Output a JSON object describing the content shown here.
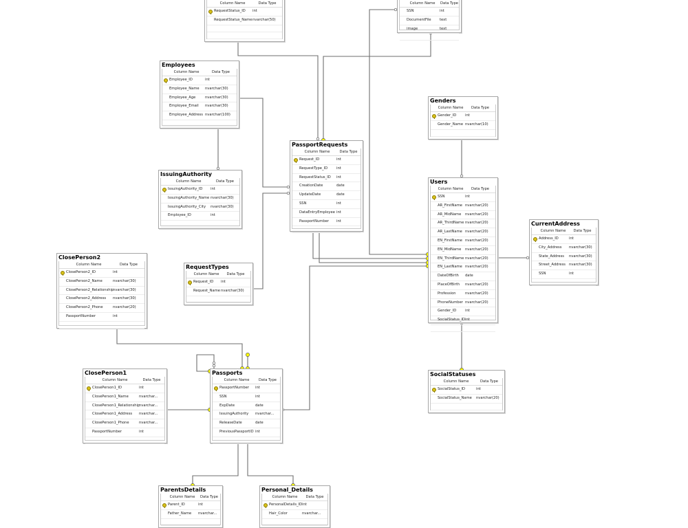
{
  "colors": {
    "line": "#6e6e6e",
    "key": "#ffff00",
    "border": "#a6a6a6"
  },
  "header": {
    "col_name": "Column Name",
    "data_type": "Data Type"
  },
  "tables": {
    "request_status": {
      "title": "",
      "columns": [
        {
          "name": "RequestStatus_ID",
          "type": "int",
          "pk": true
        },
        {
          "name": "RequestStatus_Name",
          "type": "nvarchar(50)",
          "pk": false
        }
      ]
    },
    "doc_table": {
      "title": "",
      "columns": [
        {
          "name": "SSN",
          "type": "int",
          "pk": false
        },
        {
          "name": "DocumentFile",
          "type": "text",
          "pk": false
        },
        {
          "name": "image",
          "type": "text",
          "pk": false
        }
      ]
    },
    "employees": {
      "title": "Employees",
      "columns": [
        {
          "name": "Employee_ID",
          "type": "int",
          "pk": true
        },
        {
          "name": "Employee_Name",
          "type": "nvarchar(30)",
          "pk": false
        },
        {
          "name": "Employee_Age",
          "type": "nvarchar(30)",
          "pk": false
        },
        {
          "name": "Employee_Email",
          "type": "nvarchar(30)",
          "pk": false
        },
        {
          "name": "Employee_Address",
          "type": "nvarchar(100)",
          "pk": false
        }
      ]
    },
    "issuing_authority": {
      "title": "IssuingAuthority",
      "columns": [
        {
          "name": "IssuingAuthority_ID",
          "type": "int",
          "pk": true
        },
        {
          "name": "IssuingAuthority_Name",
          "type": "nvarchar(30)",
          "pk": false
        },
        {
          "name": "IssuingAuthority_City",
          "type": "nvarchar(30)",
          "pk": false
        },
        {
          "name": "Employee_ID",
          "type": "int",
          "pk": false
        }
      ]
    },
    "passport_requests": {
      "title": "PassportRequests",
      "columns": [
        {
          "name": "Request_ID",
          "type": "int",
          "pk": true
        },
        {
          "name": "RequestType_ID",
          "type": "int",
          "pk": false
        },
        {
          "name": "RequestStatus_ID",
          "type": "int",
          "pk": false
        },
        {
          "name": "CreationDate",
          "type": "date",
          "pk": false
        },
        {
          "name": "UpdateDate",
          "type": "date",
          "pk": false
        },
        {
          "name": "SSN",
          "type": "int",
          "pk": false
        },
        {
          "name": "DataEntryEmployee",
          "type": "int",
          "pk": false
        },
        {
          "name": "PassportNumber",
          "type": "int",
          "pk": false
        }
      ]
    },
    "genders": {
      "title": "Genders",
      "columns": [
        {
          "name": "Gender_ID",
          "type": "int",
          "pk": true
        },
        {
          "name": "Gender_Name",
          "type": "nvarchar(10)",
          "pk": false
        }
      ]
    },
    "users": {
      "title": "Users",
      "columns": [
        {
          "name": "SSN",
          "type": "int",
          "pk": true
        },
        {
          "name": "AR_FirstName",
          "type": "nvarchar(20)",
          "pk": false
        },
        {
          "name": "AR_MidName",
          "type": "nvarchar(20)",
          "pk": false
        },
        {
          "name": "AR_ThirdName",
          "type": "nvarchar(20)",
          "pk": false
        },
        {
          "name": "AR_LastName",
          "type": "nvarchar(20)",
          "pk": false
        },
        {
          "name": "EN_FirstName",
          "type": "nvarchar(20)",
          "pk": false
        },
        {
          "name": "EN_MidName",
          "type": "nvarchar(20)",
          "pk": false
        },
        {
          "name": "EN_ThirdName",
          "type": "nvarchar(20)",
          "pk": false
        },
        {
          "name": "EN_LastName",
          "type": "nvarchar(20)",
          "pk": false
        },
        {
          "name": "DateOfBirth",
          "type": "date",
          "pk": false
        },
        {
          "name": "PlaceOfBirth",
          "type": "nvarchar(20)",
          "pk": false
        },
        {
          "name": "Profession",
          "type": "nvarchar(20)",
          "pk": false
        },
        {
          "name": "PhoneNumber",
          "type": "nvarchar(20)",
          "pk": false
        },
        {
          "name": "Gender_ID",
          "type": "int",
          "pk": false
        },
        {
          "name": "SocialStatus_ID",
          "type": "int",
          "pk": false
        }
      ]
    },
    "current_address": {
      "title": "CurrentAddress",
      "columns": [
        {
          "name": "Address_ID",
          "type": "int",
          "pk": true
        },
        {
          "name": "City_Address",
          "type": "nvarchar(30)",
          "pk": false
        },
        {
          "name": "State_Address",
          "type": "nvarchar(30)",
          "pk": false
        },
        {
          "name": "Street_Address",
          "type": "nvarchar(30)",
          "pk": false
        },
        {
          "name": "SSN",
          "type": "int",
          "pk": false
        }
      ]
    },
    "close_person2": {
      "title": "ClosePerson2",
      "columns": [
        {
          "name": "ClosePerson2_ID",
          "type": "int",
          "pk": true
        },
        {
          "name": "ClosePerson2_Name",
          "type": "nvarchar(30)",
          "pk": false
        },
        {
          "name": "ClosePerson2_Relationship",
          "type": "nvarchar(30)",
          "pk": false
        },
        {
          "name": "ClosePerson2_Address",
          "type": "nvarchar(30)",
          "pk": false
        },
        {
          "name": "ClosePerson2_Phone",
          "type": "nvarchar(20)",
          "pk": false
        },
        {
          "name": "PassportNumber",
          "type": "int",
          "pk": false
        }
      ]
    },
    "request_types": {
      "title": "RequestTypes",
      "columns": [
        {
          "name": "Request_ID",
          "type": "int",
          "pk": true
        },
        {
          "name": "Request_Name",
          "type": "nvarchar(30)",
          "pk": false
        }
      ]
    },
    "close_person1": {
      "title": "ClosePerson1",
      "columns": [
        {
          "name": "ClosePerson1_ID",
          "type": "int",
          "pk": true
        },
        {
          "name": "ClosePerson1_Name",
          "type": "nvarchar...",
          "pk": false
        },
        {
          "name": "ClosePerson1_Relationship",
          "type": "nvarchar...",
          "pk": false
        },
        {
          "name": "ClosePerson1_Address",
          "type": "nvarchar...",
          "pk": false
        },
        {
          "name": "ClosePerson1_Phone",
          "type": "nvarchar...",
          "pk": false
        },
        {
          "name": "PassportNumber",
          "type": "int",
          "pk": false
        }
      ]
    },
    "passports": {
      "title": "Passports",
      "columns": [
        {
          "name": "PassportNumber",
          "type": "int",
          "pk": true
        },
        {
          "name": "SSN",
          "type": "int",
          "pk": false
        },
        {
          "name": "ExpDate",
          "type": "date",
          "pk": false
        },
        {
          "name": "IssuingAuthority",
          "type": "nvarchar...",
          "pk": false
        },
        {
          "name": "ReleaseDate",
          "type": "date",
          "pk": false
        },
        {
          "name": "PreviousPassportID",
          "type": "int",
          "pk": false
        }
      ]
    },
    "social_statuses": {
      "title": "SocialStatuses",
      "columns": [
        {
          "name": "SocialStatus_ID",
          "type": "int",
          "pk": true
        },
        {
          "name": "SocialStatus_Name",
          "type": "nvarchar(20)",
          "pk": false
        }
      ]
    },
    "parents_details": {
      "title": "ParentsDetails",
      "columns": [
        {
          "name": "Parent_ID",
          "type": "int",
          "pk": true
        },
        {
          "name": "Father_Name",
          "type": "nvarchar...",
          "pk": false
        }
      ]
    },
    "personal_details": {
      "title": "Personal_Details",
      "columns": [
        {
          "name": "PersonalDetails_ID",
          "type": "int",
          "pk": true
        },
        {
          "name": "Hair_Color",
          "type": "nvarchar...",
          "pk": false
        }
      ]
    }
  }
}
